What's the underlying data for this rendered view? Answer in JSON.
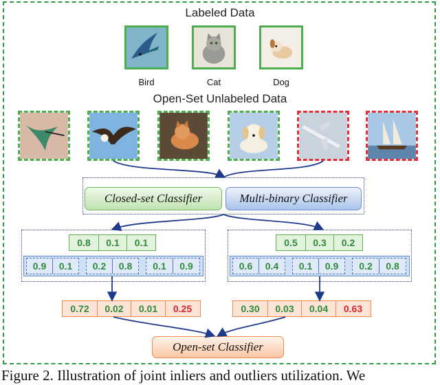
{
  "labeled": {
    "title": "Labeled Data",
    "items": [
      {
        "label": "Bird"
      },
      {
        "label": "Cat"
      },
      {
        "label": "Dog"
      }
    ]
  },
  "unlabeled": {
    "title": "Open-Set Unlabeled Data"
  },
  "classifiers": {
    "closed": "Closed-set Classifier",
    "multi": "Multi-binary Classifier",
    "open": "Open-set Classifier"
  },
  "left": {
    "closed_probs": [
      "0.8",
      "0.1",
      "0.1"
    ],
    "binary_pairs": [
      [
        "0.9",
        "0.1"
      ],
      [
        "0.2",
        "0.8"
      ],
      [
        "0.1",
        "0.9"
      ]
    ],
    "open_probs": [
      "0.72",
      "0.02",
      "0.01",
      "0.25"
    ]
  },
  "right": {
    "closed_probs": [
      "0.5",
      "0.3",
      "0.2"
    ],
    "binary_pairs": [
      [
        "0.6",
        "0.4"
      ],
      [
        "0.1",
        "0.9"
      ],
      [
        "0.2",
        "0.8"
      ]
    ],
    "open_probs": [
      "0.30",
      "0.03",
      "0.04",
      "0.63"
    ]
  },
  "colors": {
    "inlier": "#4cae4c",
    "outlier": "#e0313a",
    "arrow": "#1f3a8a"
  },
  "caption": "Figure 2.  Illustration of joint inliers and outliers utilization.  We"
}
